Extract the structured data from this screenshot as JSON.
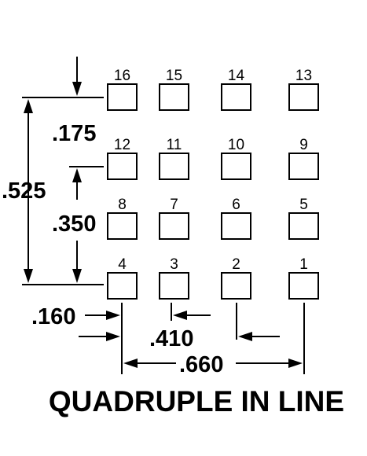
{
  "pins": [
    {
      "label": "16"
    },
    {
      "label": "15"
    },
    {
      "label": "14"
    },
    {
      "label": "13"
    },
    {
      "label": "12"
    },
    {
      "label": "11"
    },
    {
      "label": "10"
    },
    {
      "label": "9"
    },
    {
      "label": "8"
    },
    {
      "label": "7"
    },
    {
      "label": "6"
    },
    {
      "label": "5"
    },
    {
      "label": "4"
    },
    {
      "label": "3"
    },
    {
      "label": "2"
    },
    {
      "label": "1"
    }
  ],
  "dimensions": {
    "pin_row_offset": ".175",
    "overall_height": ".525",
    "row_span": ".350",
    "spacing_1": ".160",
    "spacing_2": ".410",
    "spacing_3": ".660"
  },
  "title": "QUADRUPLE IN LINE"
}
